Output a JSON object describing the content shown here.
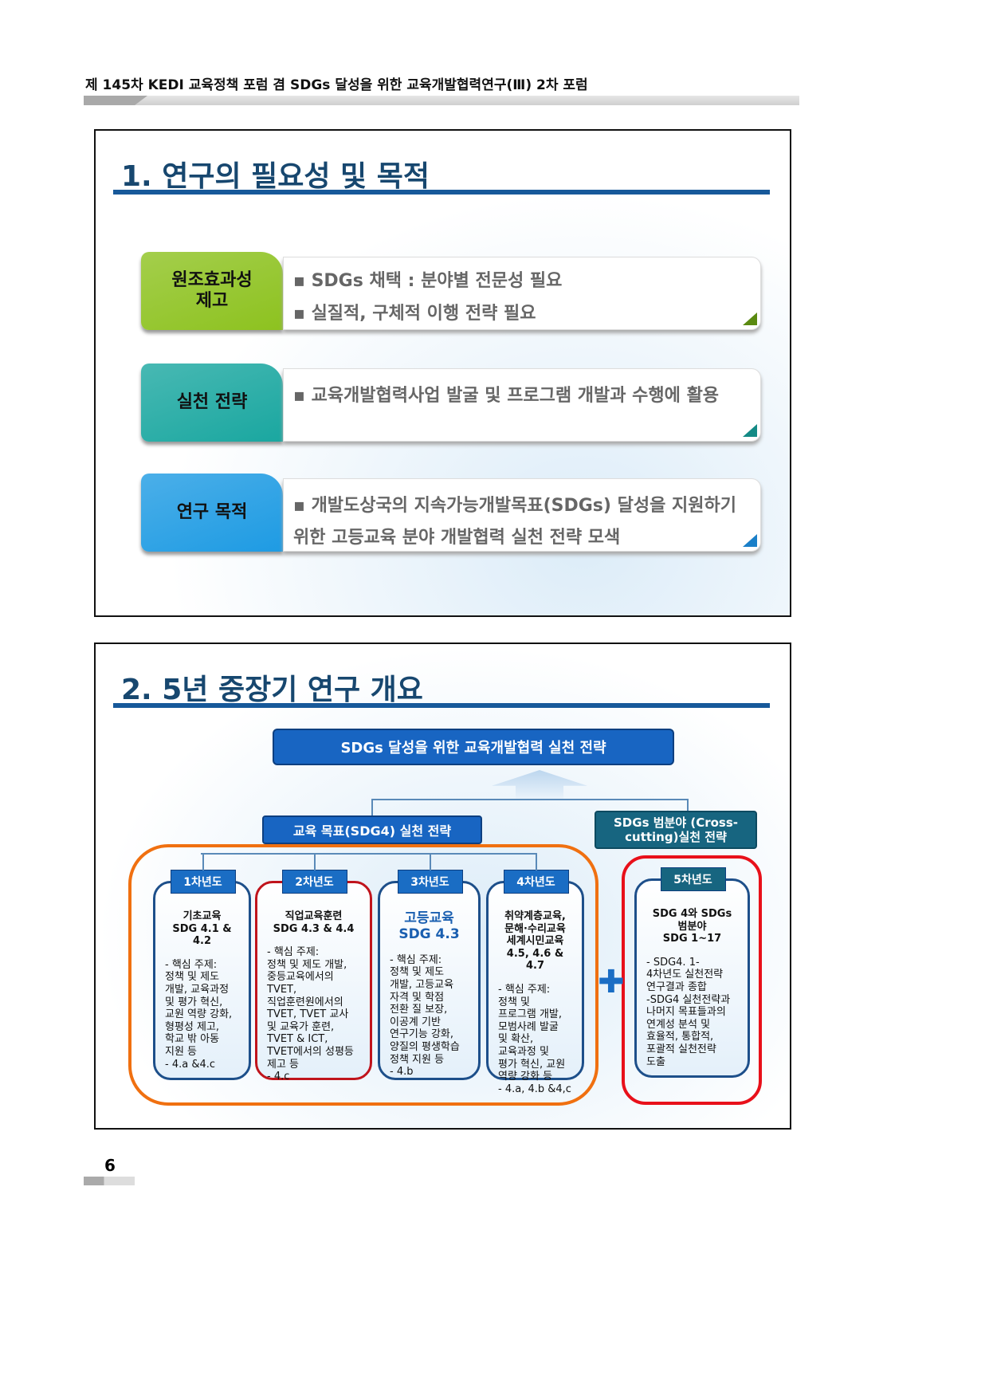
{
  "header": {
    "title": "제 145차 KEDI 교육정책 포럼 겸 SDGs 달성을 위한 교육개발협력연구(Ⅲ) 2차 포럼"
  },
  "slide1": {
    "title": "1. 연구의 필요성 및 목적",
    "rows": [
      {
        "label": "원조효과성\n제고",
        "color": "#8dc21f",
        "lines": [
          "▪ SDGs 채택 : 분야별 전문성 필요",
          "▪ 실질적, 구체적 이행 전략 필요"
        ]
      },
      {
        "label": "실천 전략",
        "color": "#1aa7a0",
        "lines": [
          "▪ 교육개발협력사업 발굴 및 프로그램 개발과 수행에 활용"
        ]
      },
      {
        "label": "연구 목적",
        "color": "#1e9be3",
        "lines": [
          "▪  개발도상국의 지속가능개발목표(SDGs) 달성을 지원하기 위한 고등교육 분야 개발협력 실천 전략 모색"
        ]
      }
    ]
  },
  "slide2": {
    "title": "2. 5년 중장기 연구 개요",
    "top": "SDGs 달성을 위한 교육개발협력 실천 전략",
    "left_group": "교육 목표(SDG4) 실천 전략",
    "right_group": "SDGs 범분야 (Cross-cutting)실천 전략",
    "years": [
      {
        "tab": "1차년도",
        "title": "기초교육\nSDG 4.1 & 4.2",
        "body": "-  핵심 주제:\n정책 및 제도\n개발, 교육과정\n및  평가 혁신,\n교원 역량 강화,\n형평성 제고,\n학교 밖 아동\n지원 등\n-   4.a &4.c"
      },
      {
        "tab": "2차년도",
        "title": "직업교육훈련\nSDG 4.3 & 4.4",
        "body": "-  핵심 주제:\n정책 및 제도 개발,\n중등교육에서의\nTVET,\n직업훈련원에서의\nTVET, TVET 교사\n및 교육가 훈련,\nTVET & ICT,\nTVET에서의 성평등\n제고 등\n-   4.c"
      },
      {
        "tab": "3차년도",
        "title": "고등교육\nSDG 4.3",
        "body": "-   핵심 주제:\n정책 및 제도\n개발, 고등교육\n자격 및 학점\n전환 질 보장,\n이공계 기반\n연구기능 강화,\n양질의 평생학습\n정책 지원 등\n-   4.b"
      },
      {
        "tab": "4차년도",
        "title": "취약계층교육,\n문해·수리교육\n세계시민교육\n4.5, 4.6 & 4.7",
        "body": "- 핵심  주제:\n정책 및\n프로그램 개발,\n모범사례 발굴\n및 확산,\n교육과정 및\n평가 혁신, 교원\n역량 강화 등\n-   4.a,  4.b &4,c"
      },
      {
        "tab": "5차년도",
        "title": "SDG 4와 SDGs\n범분야\nSDG 1~17",
        "body": "-   SDG4. 1-\n4차년도 실천전략\n연구결과 종합\n-SDG4 실천전략과\n나머지 목표들과의\n연계성 분석 및\n효율적, 통합적,\n포괄적 실천전략\n도출"
      }
    ]
  },
  "page_number": "6"
}
